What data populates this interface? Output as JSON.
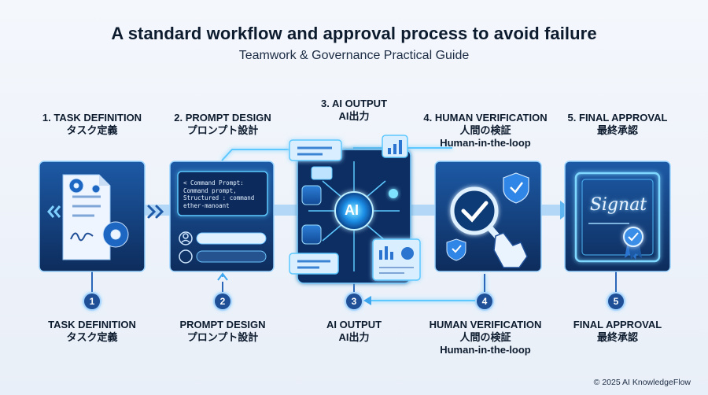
{
  "header": {
    "title": "A standard workflow and approval process to avoid failure",
    "subtitle": "Teamwork & Governance Practical Guide"
  },
  "colors": {
    "panel": "#123a73",
    "glow": "#57c7ff",
    "accent": "#1f4f96",
    "background": "#eef3fa"
  },
  "steps": [
    {
      "number": "1",
      "top_title": "1. TASK DEFINITION",
      "top_ja": "タスク定義",
      "top_extra": "",
      "bottom_title": "TASK DEFINITION",
      "bottom_ja": "タスク定義",
      "bottom_extra": "",
      "icons": [
        "document-icon",
        "gear-icon",
        "signature-icon"
      ]
    },
    {
      "number": "2",
      "top_title": "2. PROMPT DESIGN",
      "top_ja": "プロンプト設計",
      "top_extra": "",
      "bottom_title": "PROMPT DESIGN",
      "bottom_ja": "プロンプト設計",
      "bottom_extra": "",
      "icons": [
        "terminal-icon",
        "user-icon"
      ]
    },
    {
      "number": "3",
      "top_title": "3. AI OUTPUT",
      "top_ja": "AI出力",
      "top_extra": "",
      "bottom_title": "AI OUTPUT",
      "bottom_ja": "AI出力",
      "bottom_extra": "",
      "icons": [
        "ai-chip-icon",
        "chat-icon",
        "chart-icon"
      ]
    },
    {
      "number": "4",
      "top_title": "4. HUMAN VERIFICATION",
      "top_ja": "人間の検証",
      "top_extra": "Human-in-the-loop",
      "bottom_title": "HUMAN VERIFICATION",
      "bottom_ja": "人間の検証",
      "bottom_extra": "Human-in-the-loop",
      "icons": [
        "magnifier-check-icon",
        "shield-check-icon",
        "hand-pointer-icon"
      ]
    },
    {
      "number": "5",
      "top_title": "5. FINAL APPROVAL",
      "top_ja": "最終承認",
      "top_extra": "",
      "bottom_title": "FINAL APPROVAL",
      "bottom_ja": "最終承認",
      "bottom_extra": "",
      "icons": [
        "certificate-icon",
        "badge-icon"
      ]
    }
  ],
  "prompt_lines": [
    "< Command Prompt:",
    "Command prompt,",
    "Structured : command",
    "ether-manoant"
  ],
  "ai_label": "AI",
  "signature_text": "Signat",
  "footer": {
    "copyright": "© 2025 AI KnowledgeFlow"
  }
}
